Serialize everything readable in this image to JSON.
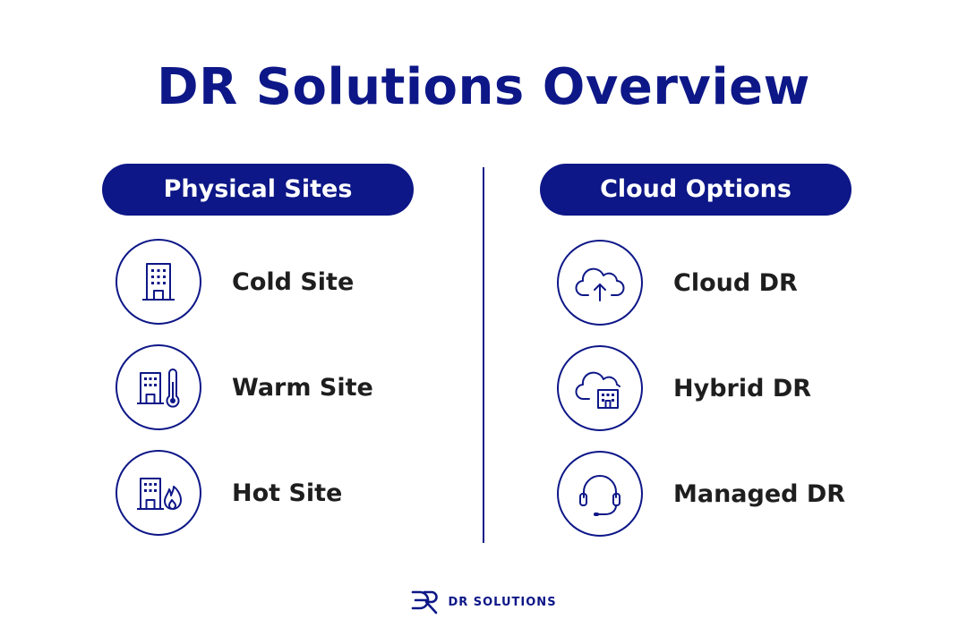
{
  "title": "DR Solutions Overview",
  "colors": {
    "accent": "#0d1787",
    "text": "#1e1e1e",
    "background": "#ffffff"
  },
  "left_column": {
    "heading": "Physical Sites",
    "items": [
      {
        "label": "Cold Site",
        "icon": "office-building-icon"
      },
      {
        "label": "Warm Site",
        "icon": "building-thermometer-icon"
      },
      {
        "label": "Hot Site",
        "icon": "building-flame-icon"
      }
    ]
  },
  "right_column": {
    "heading": "Cloud Options",
    "items": [
      {
        "label": "Cloud DR",
        "icon": "cloud-upload-icon"
      },
      {
        "label": "Hybrid DR",
        "icon": "cloud-building-icon"
      },
      {
        "label": "Managed DR",
        "icon": "headset-icon"
      }
    ]
  },
  "footer": {
    "brand": "DR SOLUTIONS",
    "logo": "dr-monogram-logo"
  }
}
